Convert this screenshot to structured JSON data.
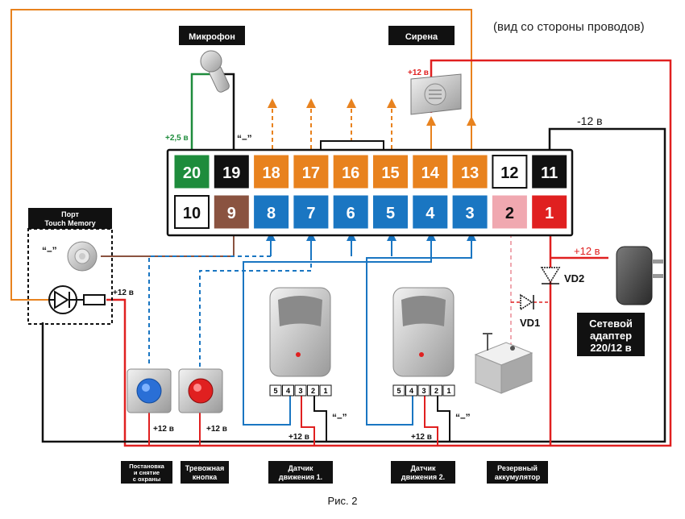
{
  "header": {
    "view_note": "(вид со стороны проводов)"
  },
  "labels": {
    "microphone": "Микрофон",
    "siren": "Сирена",
    "touch_port_line1": "Порт",
    "touch_port_line2": "Touch Memory",
    "arm_disarm_line1": "Постановка",
    "arm_disarm_line2": "и снятие",
    "arm_disarm_line3": "с охраны",
    "panic_line1": "Тревожная",
    "panic_line2": "кнопка",
    "motion1_line1": "Датчик",
    "motion1_line2": "движения 1.",
    "motion2_line1": "Датчик",
    "motion2_line2": "движения 2.",
    "battery_line1": "Резервный",
    "battery_line2": "аккумулятор",
    "adapter_line1": "Сетевой",
    "adapter_line2": "адаптер",
    "adapter_line3": "220/12 в",
    "vd1": "VD1",
    "vd2": "VD2",
    "caption": "Рис. 2"
  },
  "voltages": {
    "mic_plus": "+2,5 в",
    "mic_minus": "“–”",
    "siren_plus": "+12 в",
    "minus_12": "-12 в",
    "adapter_plus": "+12 в",
    "touch_plus": "+12 в",
    "touch_minus": "“–”",
    "arm_plus": "+12 в",
    "panic_plus": "+12 в",
    "motion1_plus": "+12 в",
    "motion1_minus": "“–”",
    "motion2_plus": "+12 в",
    "motion2_minus": "“–”"
  },
  "connector": {
    "top_row": [
      "20",
      "19",
      "18",
      "17",
      "16",
      "15",
      "14",
      "13",
      "12",
      "11"
    ],
    "bottom_row": [
      "10",
      "9",
      "8",
      "7",
      "6",
      "5",
      "4",
      "3",
      "2",
      "1"
    ]
  },
  "sensor_terminals": [
    "5",
    "4",
    "3",
    "2",
    "1"
  ],
  "colors": {
    "green": "#1e8c3c",
    "black": "#111111",
    "orange": "#e8821e",
    "white": "#ffffff",
    "brown": "#8a5340",
    "blue": "#1a76c2",
    "pink": "#f0a8b0",
    "red": "#e02020"
  }
}
